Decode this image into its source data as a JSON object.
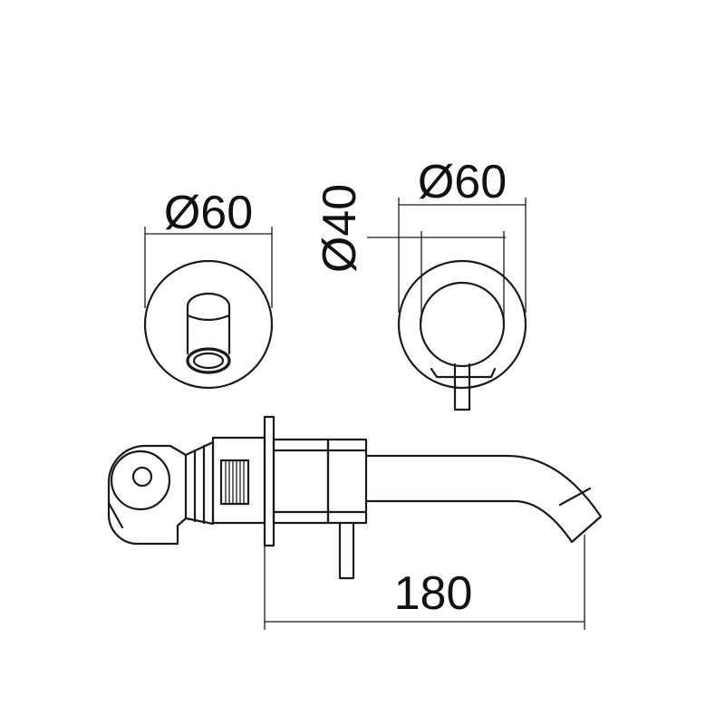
{
  "dimensions": {
    "front_left_diameter": "Ø60",
    "front_right_diameter": "Ø60",
    "handle_diameter": "Ø40",
    "side_length": "180"
  },
  "colors": {
    "line": "#1a1a1a",
    "background": "#ffffff"
  }
}
